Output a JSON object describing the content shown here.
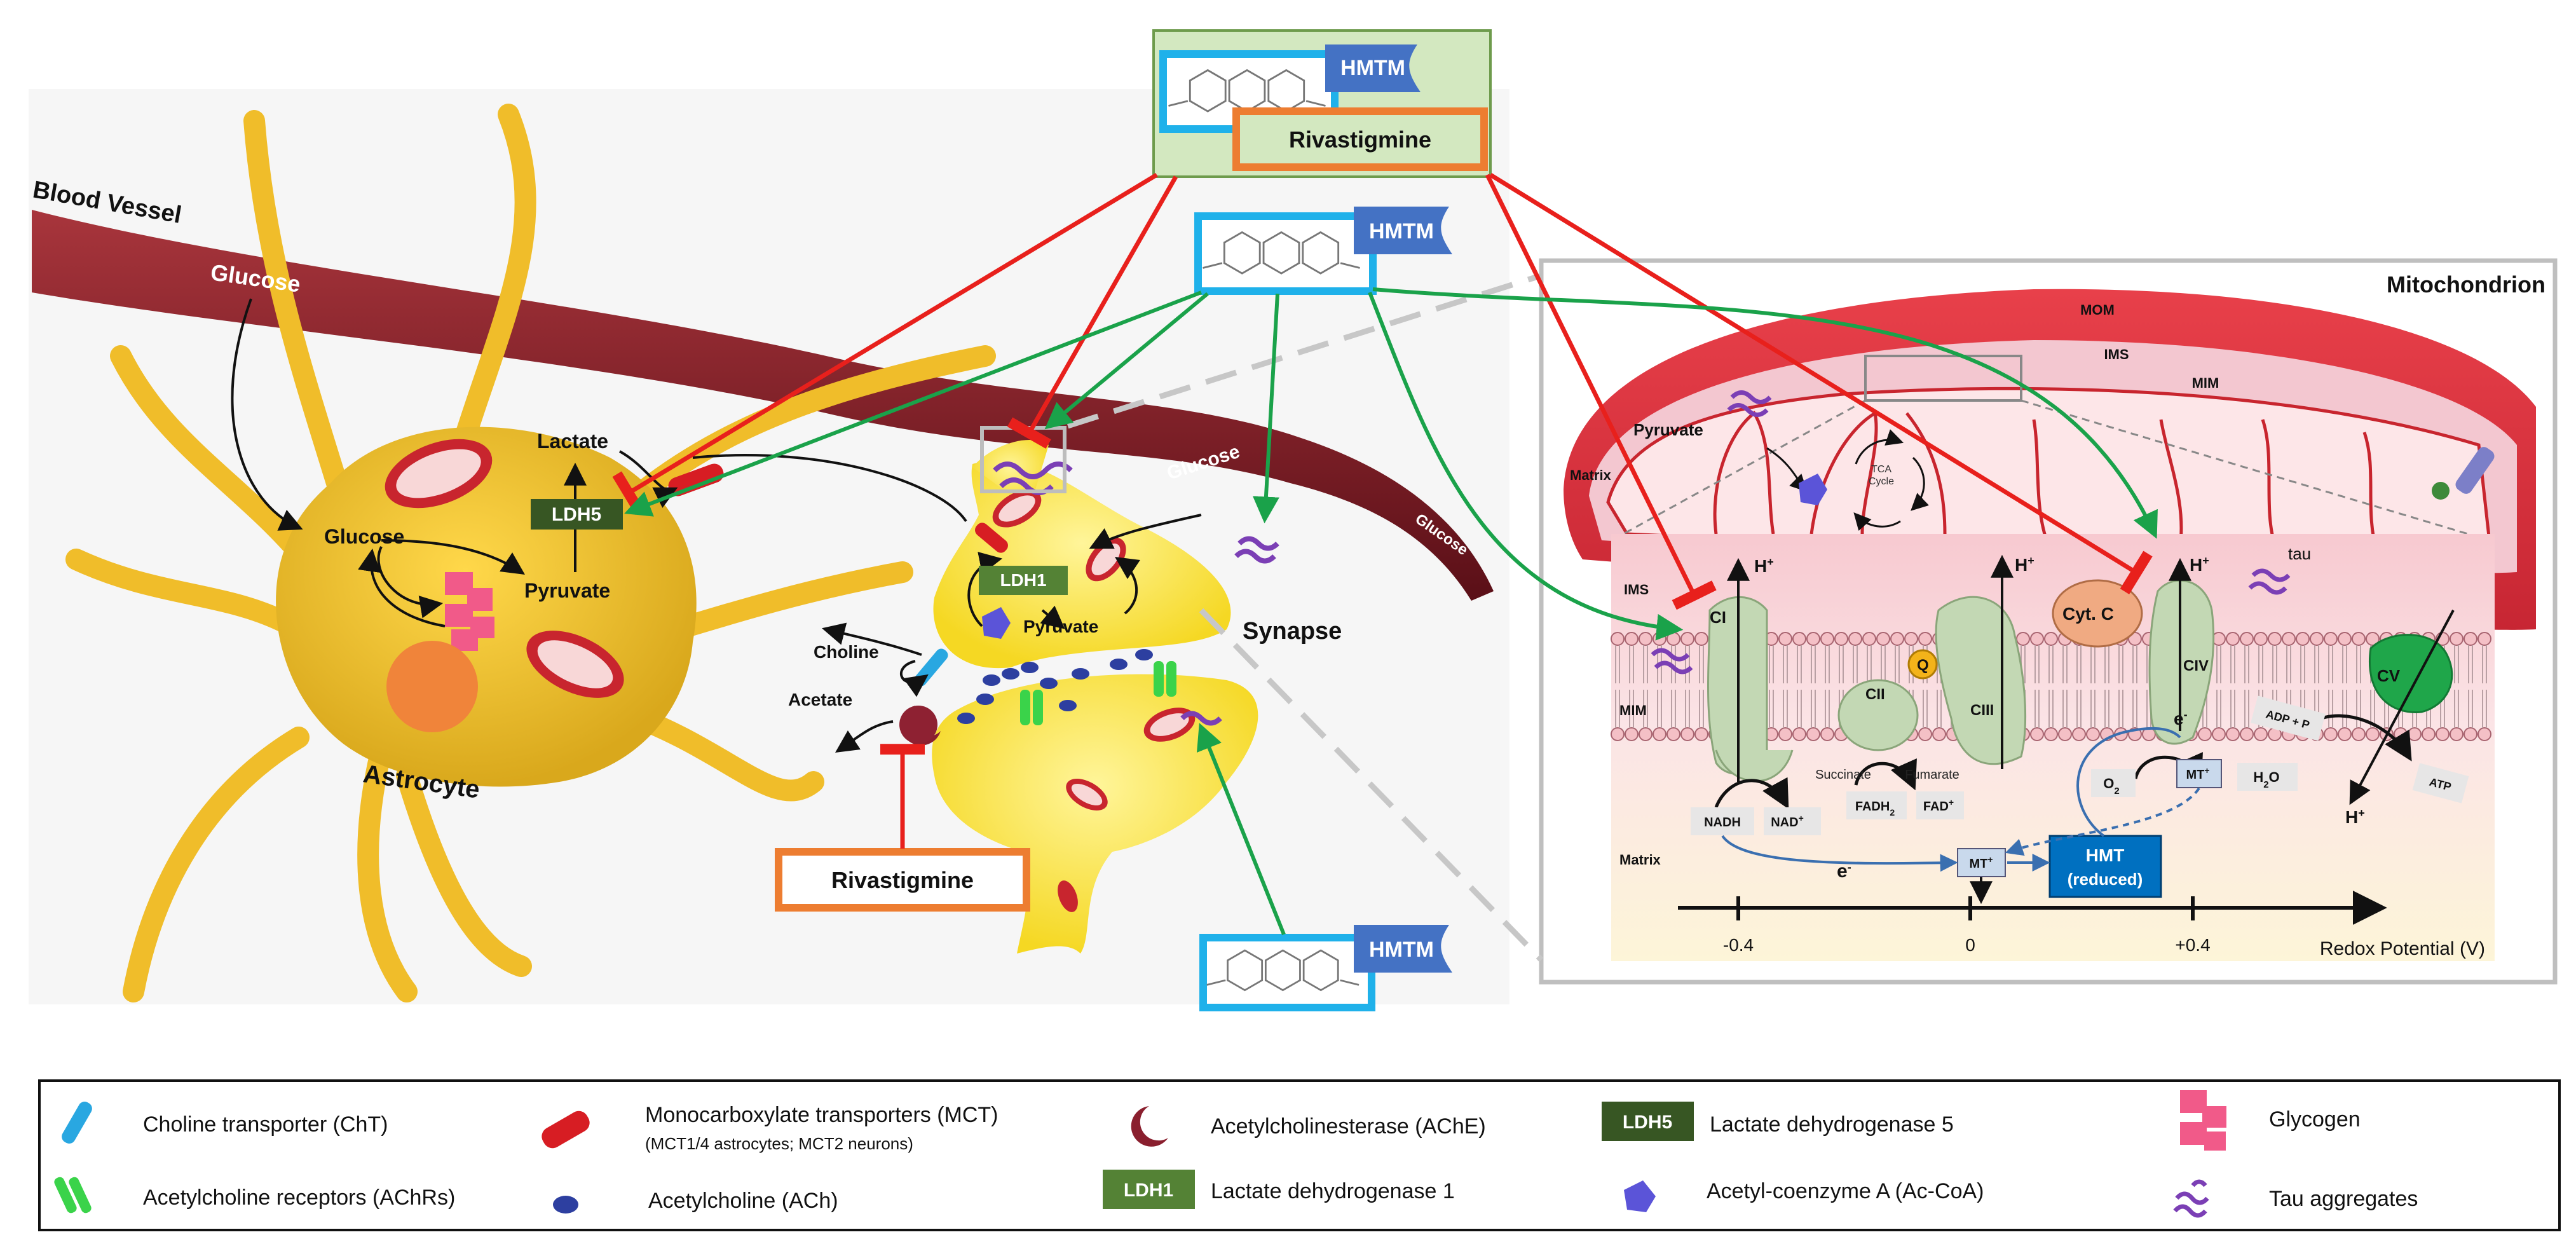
{
  "drug_boxes": {
    "hmtm": "HMTM",
    "rivastigmine": "Rivastigmine"
  },
  "brain": {
    "blood_vessel": "Blood Vessel",
    "glucose_vessel": "Glucose",
    "glucose_vessel_2": "Glucose",
    "glucose_vessel_3": "Glucose",
    "glucose": "Glucose",
    "lactate": "Lactate",
    "pyruvate": "Pyruvate",
    "ldh5": "LDH5",
    "ldh1": "LDH1",
    "pyruvate_neuron": "Pyruvate",
    "choline": "Choline",
    "acetate": "Acetate",
    "astrocyte": "Astrocyte",
    "synapse": "Synapse"
  },
  "mito": {
    "title": "Mitochondrion",
    "mom": "MOM",
    "ims": "IMS",
    "mim": "MIM",
    "matrix": "Matrix",
    "pyruvate": "Pyruvate",
    "tca": "TCA",
    "cycle": "Cycle",
    "ims2": "IMS",
    "mim2": "MIM",
    "matrix2": "Matrix",
    "h1": "H",
    "h2": "H",
    "h3": "H",
    "h4": "H",
    "plus": "+",
    "ci": "CI",
    "cii": "CII",
    "ciii": "CIII",
    "civ": "CIV",
    "cv": "CV",
    "q": "Q",
    "cytc": "Cyt. C",
    "tau": "tau",
    "e": "e",
    "minus": "-",
    "nadh": "NADH",
    "nad": "NAD",
    "succinate": "Succinate",
    "fumarate": "Fumarate",
    "fadh2": "FADH",
    "sub2": "2",
    "fad": "FAD",
    "o2": "O",
    "mt": "MT",
    "h2o": "H",
    "h2o_o": "O",
    "adp": "ADP + P",
    "atp": "ATP",
    "mt2": "MT",
    "hmt": "HMT",
    "reduced": "(reduced)",
    "axis_neg": "-0.4",
    "axis_zero": "0",
    "axis_pos": "+0.4",
    "axis_label": "Redox Potential (V)"
  },
  "legend": {
    "cht": "Choline  transporter (ChT)",
    "achr": "Acetylcholine  receptors (AChRs)",
    "mct": "Monocarboxylate transporters (MCT)",
    "mct_sub": "(MCT1/4 astrocytes; MCT2 neurons)",
    "ach": "Acetylcholine  (ACh)",
    "ache": "Acetylcholinesterase  (AChE)",
    "ldh1_badge": "LDH1",
    "ldh1": "Lactate dehydrogenase 1",
    "ldh5_badge": "LDH5",
    "ldh5": "Lactate dehydrogenase 5",
    "acoa": "Acetyl-coenzyme A (Ac-CoA)",
    "glycogen": "Glycogen",
    "tau": "Tau aggregates"
  },
  "colors": {
    "astrocyte": "#f2c531",
    "vessel": "#7a1c24",
    "neuron": "#ffe94d",
    "hmtm_border": "#1fb1ea",
    "hmtm_flag": "#4472c4",
    "riva_border": "#ed7d31",
    "green_box": "#d3e8c0",
    "ldh5": "#375623",
    "ldh1": "#548235",
    "inhibit": "#e8201c",
    "activate": "#1aa24a",
    "mito": "#e8404a",
    "hmt_box": "#0070c0"
  }
}
